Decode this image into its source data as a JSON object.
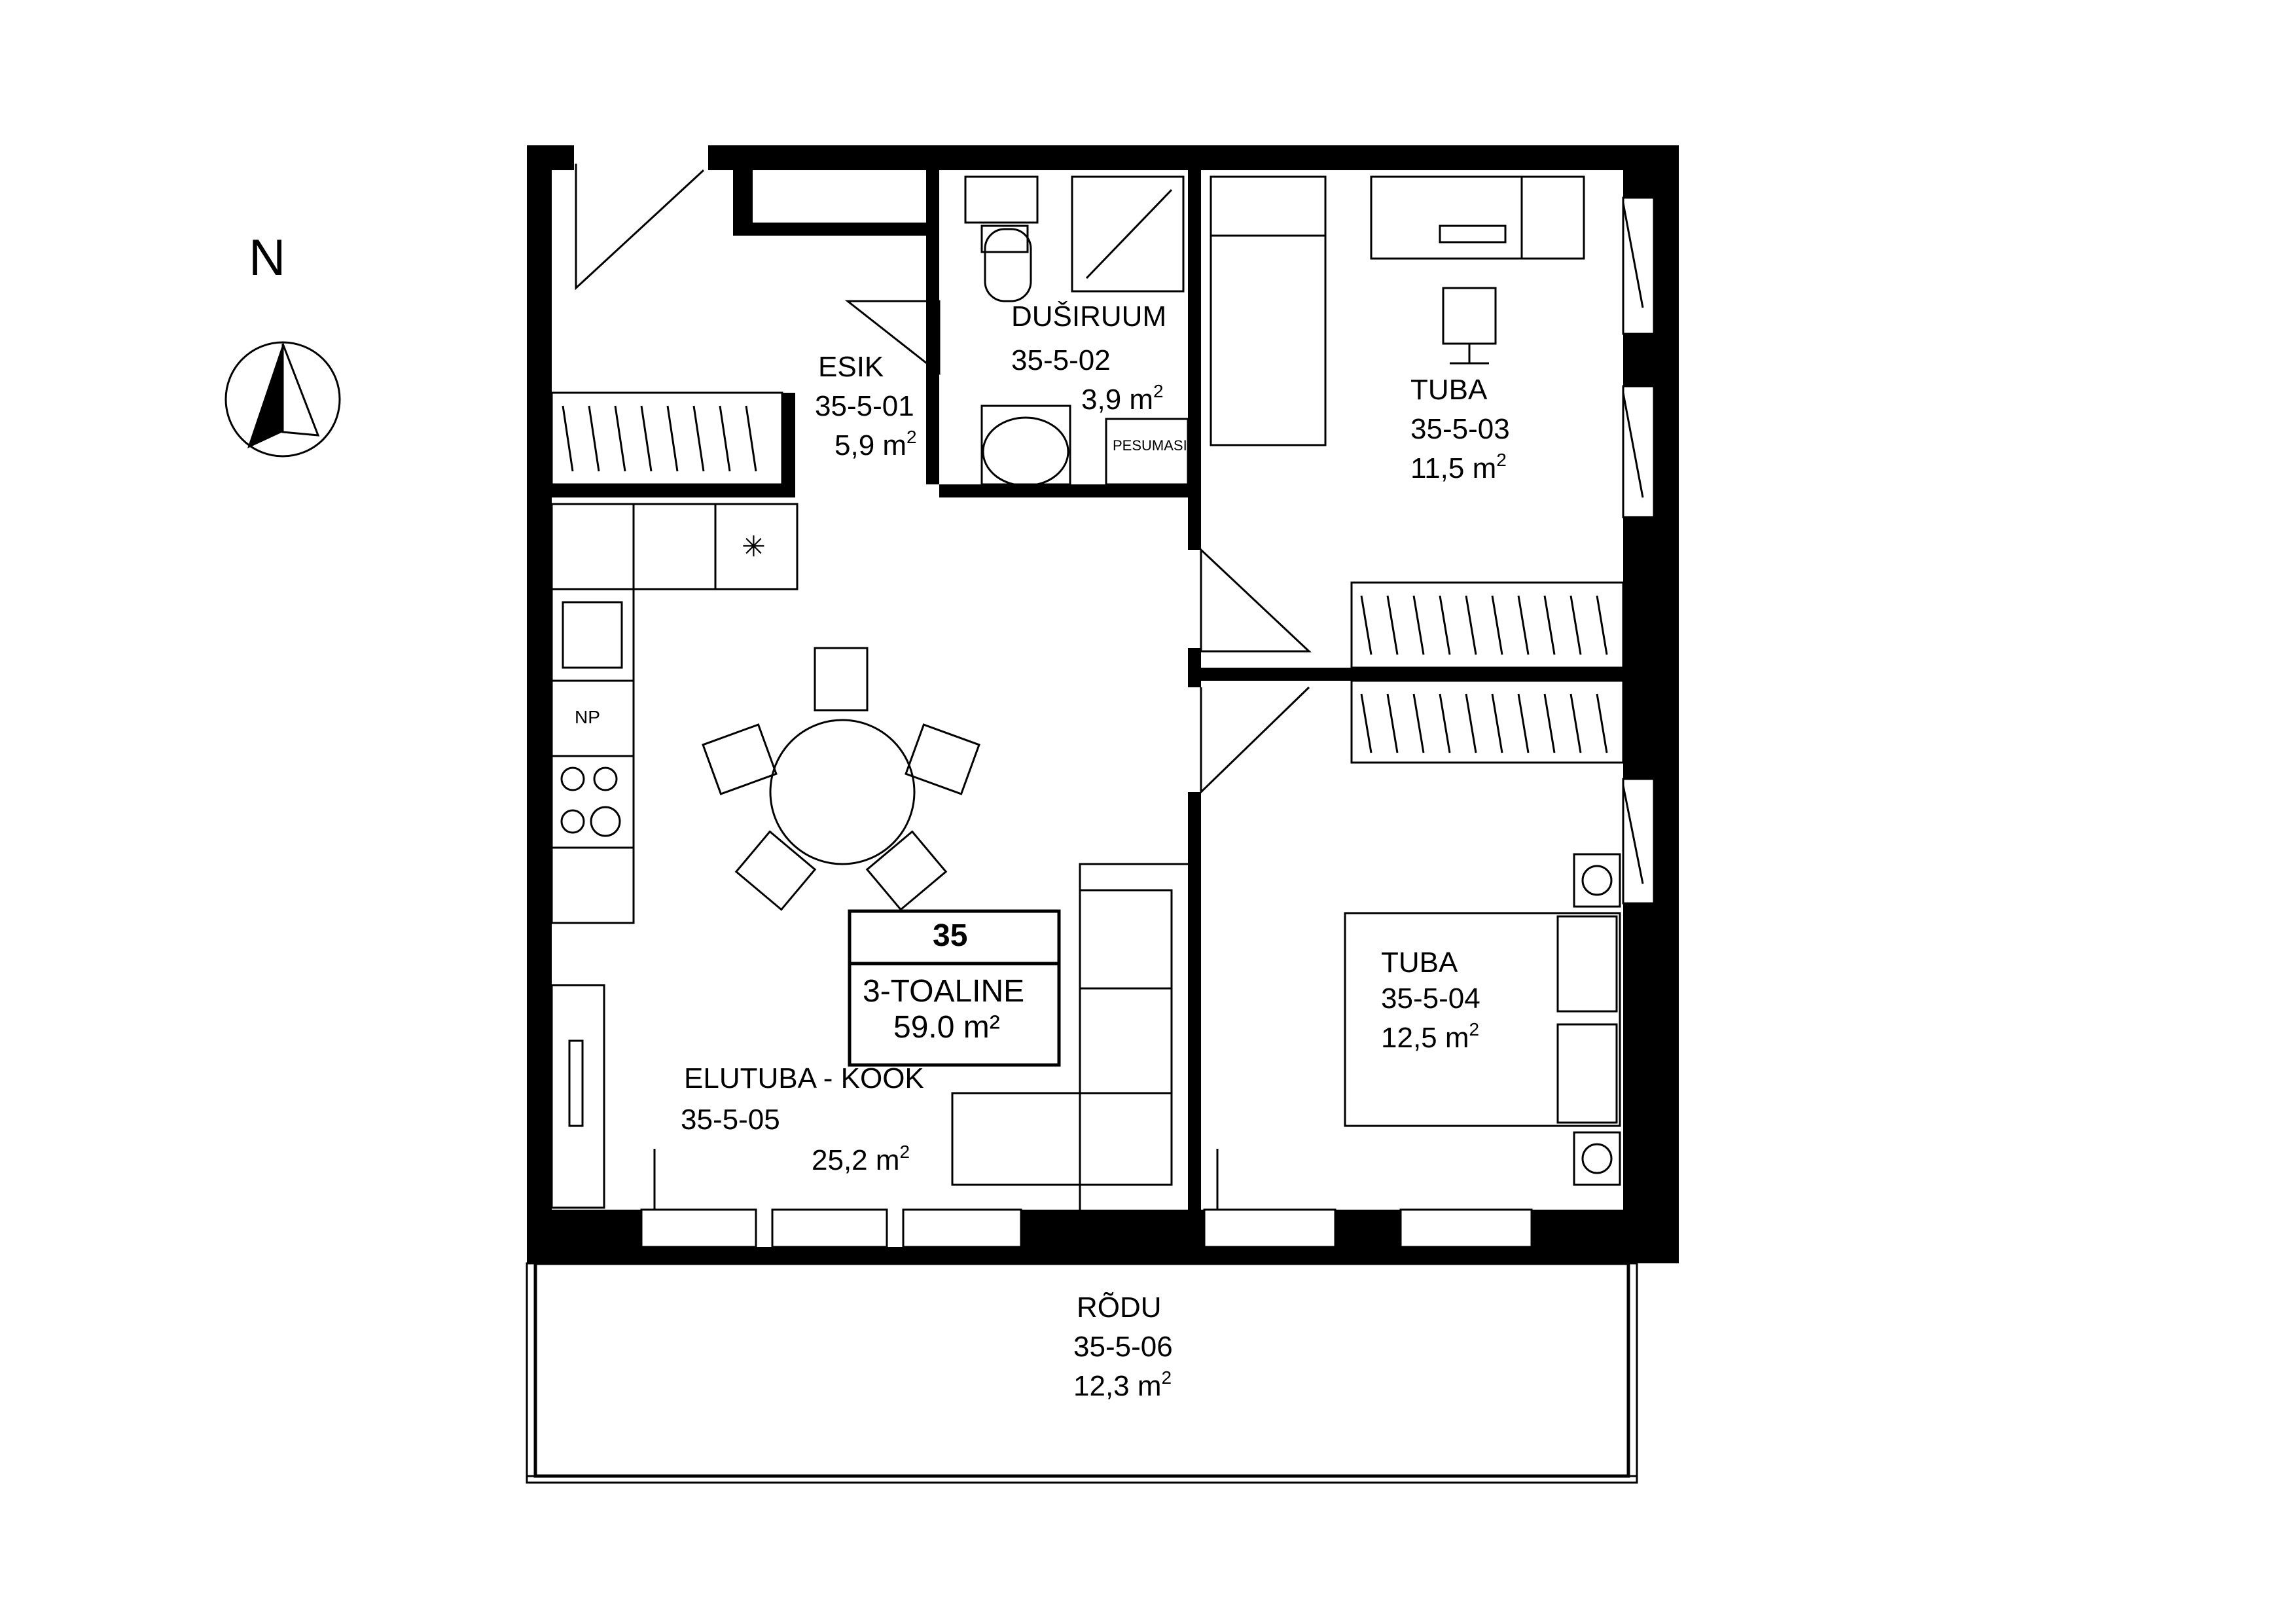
{
  "compass": {
    "north_label": "N"
  },
  "apartment": {
    "number": "35",
    "type": "3-TOALINE",
    "area": "59.0 m²"
  },
  "rooms": [
    {
      "name": "ESIK",
      "code": "35-5-01",
      "area": "5,9 m",
      "unit_sup": "2"
    },
    {
      "name": "DUŠIRUUM",
      "code": "35-5-02",
      "area": "3,9 m",
      "unit_sup": "2"
    },
    {
      "name": "TUBA",
      "code": "35-5-03",
      "area": "11,5 m",
      "unit_sup": "2"
    },
    {
      "name": "TUBA",
      "code": "35-5-04",
      "area": "12,5 m",
      "unit_sup": "2"
    },
    {
      "name": "ELUTUBA - KÖÖK",
      "code": "35-5-05",
      "area": "25,2 m",
      "unit_sup": "2"
    },
    {
      "name": "RÕDU",
      "code": "35-5-06",
      "area": "12,3 m",
      "unit_sup": "2"
    }
  ],
  "fixtures": {
    "fridge": "NP",
    "washer": "PESUMASIN"
  }
}
